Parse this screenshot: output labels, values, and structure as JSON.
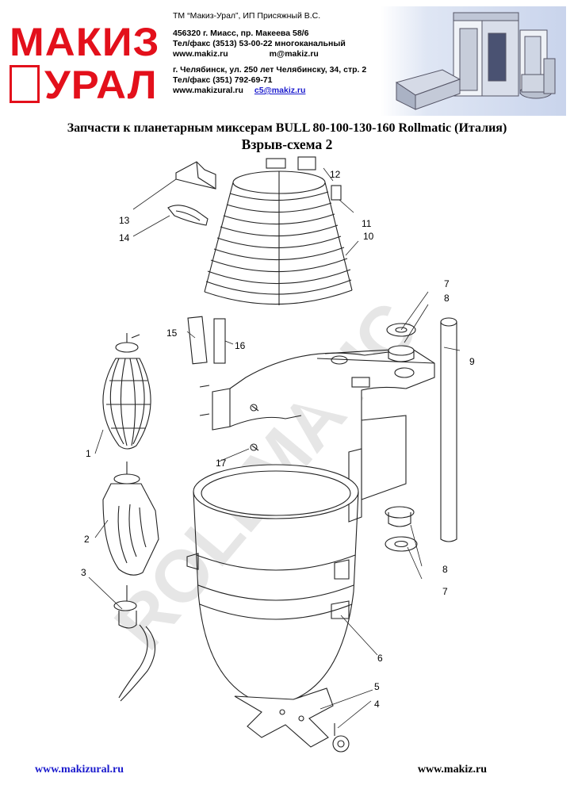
{
  "logo": {
    "line1": "МАКИЗ",
    "line2": "УРАЛ"
  },
  "contacts": {
    "company": "ТМ “Макиз-Урал”,    ИП Присяжный В.С.",
    "address1": "456320 г. Миасс, пр. Макеева 58/6",
    "phone1": "Тел/факс (3513) 53-00-22 многоканальный",
    "web1": "www.makiz.ru",
    "email1": "m@makiz.ru",
    "address2": "г. Челябинск, ул. 250 лет Челябинску, 34, стр. 2",
    "phone2": "Тел/факс (351) 792-69-71",
    "web2": "www.makizural.ru",
    "email2": "c5@makiz.ru"
  },
  "title": "Запчасти к планетарным миксерам BULL 80-100-130-160 Rollmatic (Италия)",
  "subtitle": "Взрыв-схема 2",
  "watermark": "ROLLMATIC",
  "callouts": [
    "1",
    "2",
    "3",
    "4",
    "5",
    "6",
    "7",
    "8",
    "9",
    "10",
    "11",
    "12",
    "13",
    "14",
    "15",
    "16",
    "17",
    "7",
    "8"
  ],
  "footer": {
    "left": "www.makizural.ru",
    "right": "www.makiz.ru"
  },
  "colors": {
    "brand_red": "#e3101b",
    "link_blue": "#1a1acd",
    "line": "#222222"
  }
}
